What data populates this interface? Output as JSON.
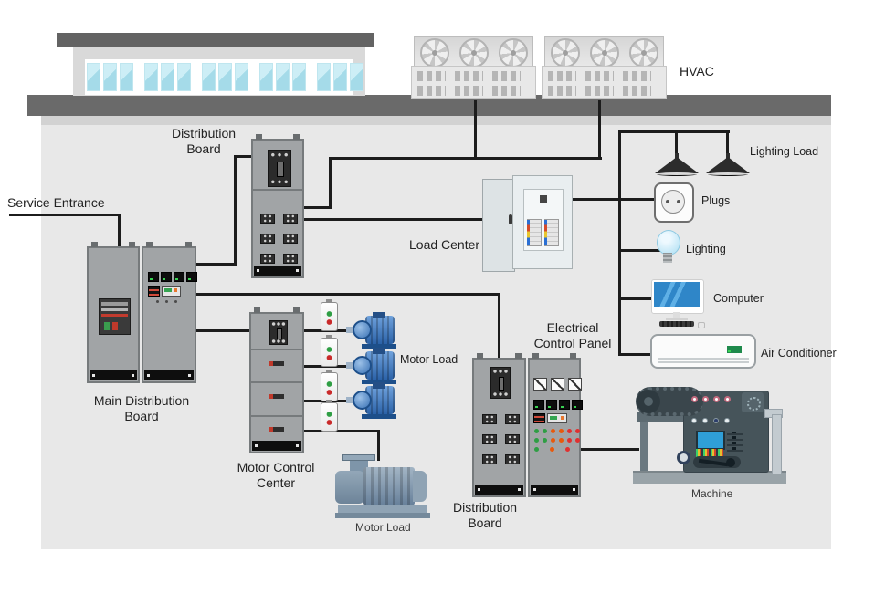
{
  "title": "Electrical power distribution diagram",
  "labels": {
    "hvac": "HVAC",
    "service_entrance": "Service Entrance",
    "distribution_board_top": "Distribution\nBoard",
    "main_distribution_board": "Main Distribution\nBoard",
    "load_center": "Load Center",
    "motor_control_center": "Motor Control\nCenter",
    "motor_load_right": "Motor Load",
    "motor_load_bottom": "Motor Load",
    "electrical_control_panel": "Electrical\nControl Panel",
    "distribution_board_bottom": "Distribution\nBoard",
    "lighting_load": "Lighting Load",
    "plugs": "Plugs",
    "lighting": "Lighting",
    "computer": "Computer",
    "air_conditioner": "Air Conditioner",
    "machine": "Machine"
  },
  "building": {
    "window_groups": 5,
    "windows_per_group": 3
  },
  "hvac": {
    "units": 2,
    "fans_per_unit": 3,
    "vent_groups_per_row": 3
  },
  "panels": {
    "distribution_breaker_count": 6,
    "mdb_display_count": 4,
    "ecp_meter_count": 3,
    "ecp_display_count": 4,
    "ecp_light_rows": [
      [
        "green",
        "green",
        "orange",
        "orange",
        "red",
        "red"
      ],
      [
        "green",
        "green",
        "orange",
        "orange",
        "red",
        "red"
      ],
      [
        "green",
        "orange",
        "red"
      ]
    ],
    "motor_count": 3,
    "starter_count": 4
  },
  "colors": {
    "wall": "#e8e8e8",
    "beam": "#6a6a6a",
    "wire": "#1c1c1c",
    "cabinet": "#a1a4a6",
    "motor_blue": "#2b62a8",
    "pump_steel": "#7e95a9",
    "window_blue": "#a5dbe9",
    "screen_blue": "#2f86c8",
    "status": {
      "green": "#2f9e44",
      "orange": "#e8590c",
      "red": "#e03131"
    }
  }
}
